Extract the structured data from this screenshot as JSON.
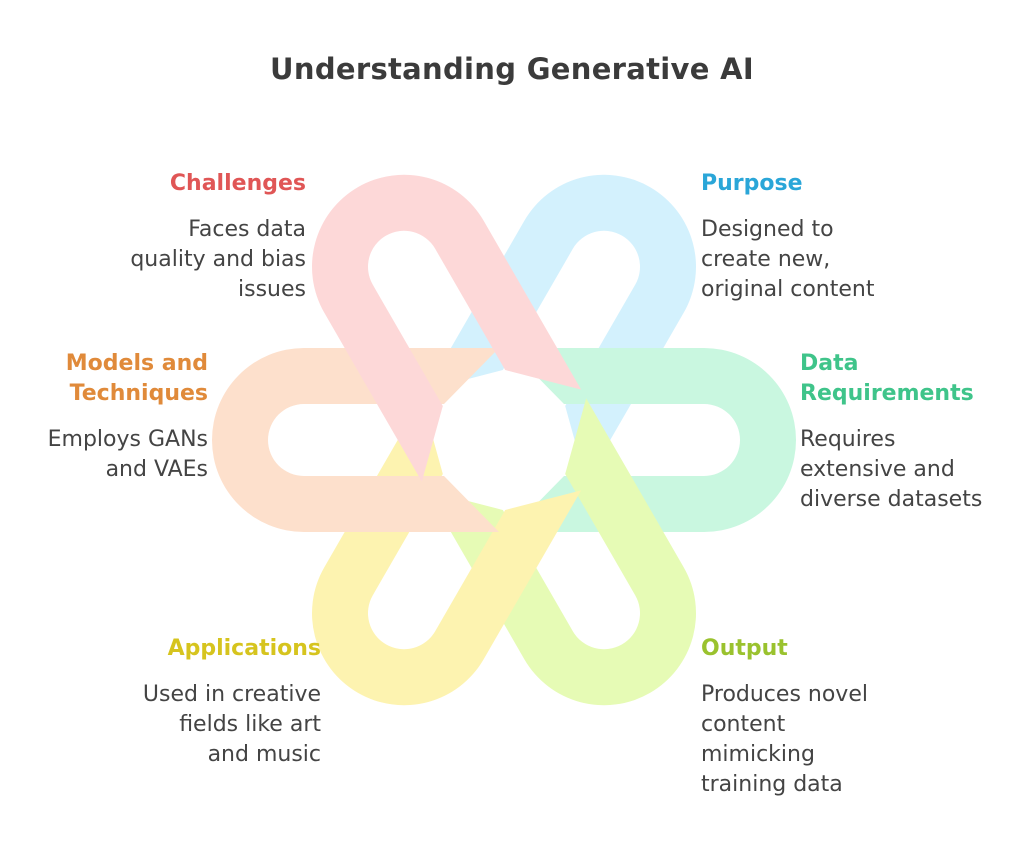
{
  "title": "Understanding Generative AI",
  "colors": {
    "challenges_text": "#e05656",
    "challenges_loop": "#fdd8d8",
    "purpose_text": "#2aa6d8",
    "purpose_loop": "#d3f1fd",
    "models_text": "#e08a3a",
    "models_loop": "#fde0cc",
    "data_text": "#3fc48a",
    "data_loop": "#c9f7e0",
    "applications_text": "#d6c41e",
    "applications_loop": "#fdf3b0",
    "output_text": "#9ac22e",
    "output_loop": "#e6fbb5"
  },
  "sections": {
    "challenges": {
      "title": "Challenges",
      "lines": [
        "Faces data",
        "quality and bias",
        "issues"
      ]
    },
    "purpose": {
      "title": "Purpose",
      "lines": [
        "Designed to",
        "create new,",
        "original content"
      ]
    },
    "models": {
      "title_lines": [
        "Models and",
        "Techniques"
      ],
      "lines": [
        "Employs GANs",
        "and VAEs"
      ]
    },
    "data": {
      "title_lines": [
        "Data",
        "Requirements"
      ],
      "lines": [
        "Requires",
        "extensive and",
        "diverse datasets"
      ]
    },
    "applications": {
      "title": "Applications",
      "lines": [
        "Used in creative",
        "fields like art",
        "and music"
      ]
    },
    "output": {
      "title": "Output",
      "lines": [
        "Produces novel",
        "content",
        "mimicking",
        "training data"
      ]
    }
  }
}
